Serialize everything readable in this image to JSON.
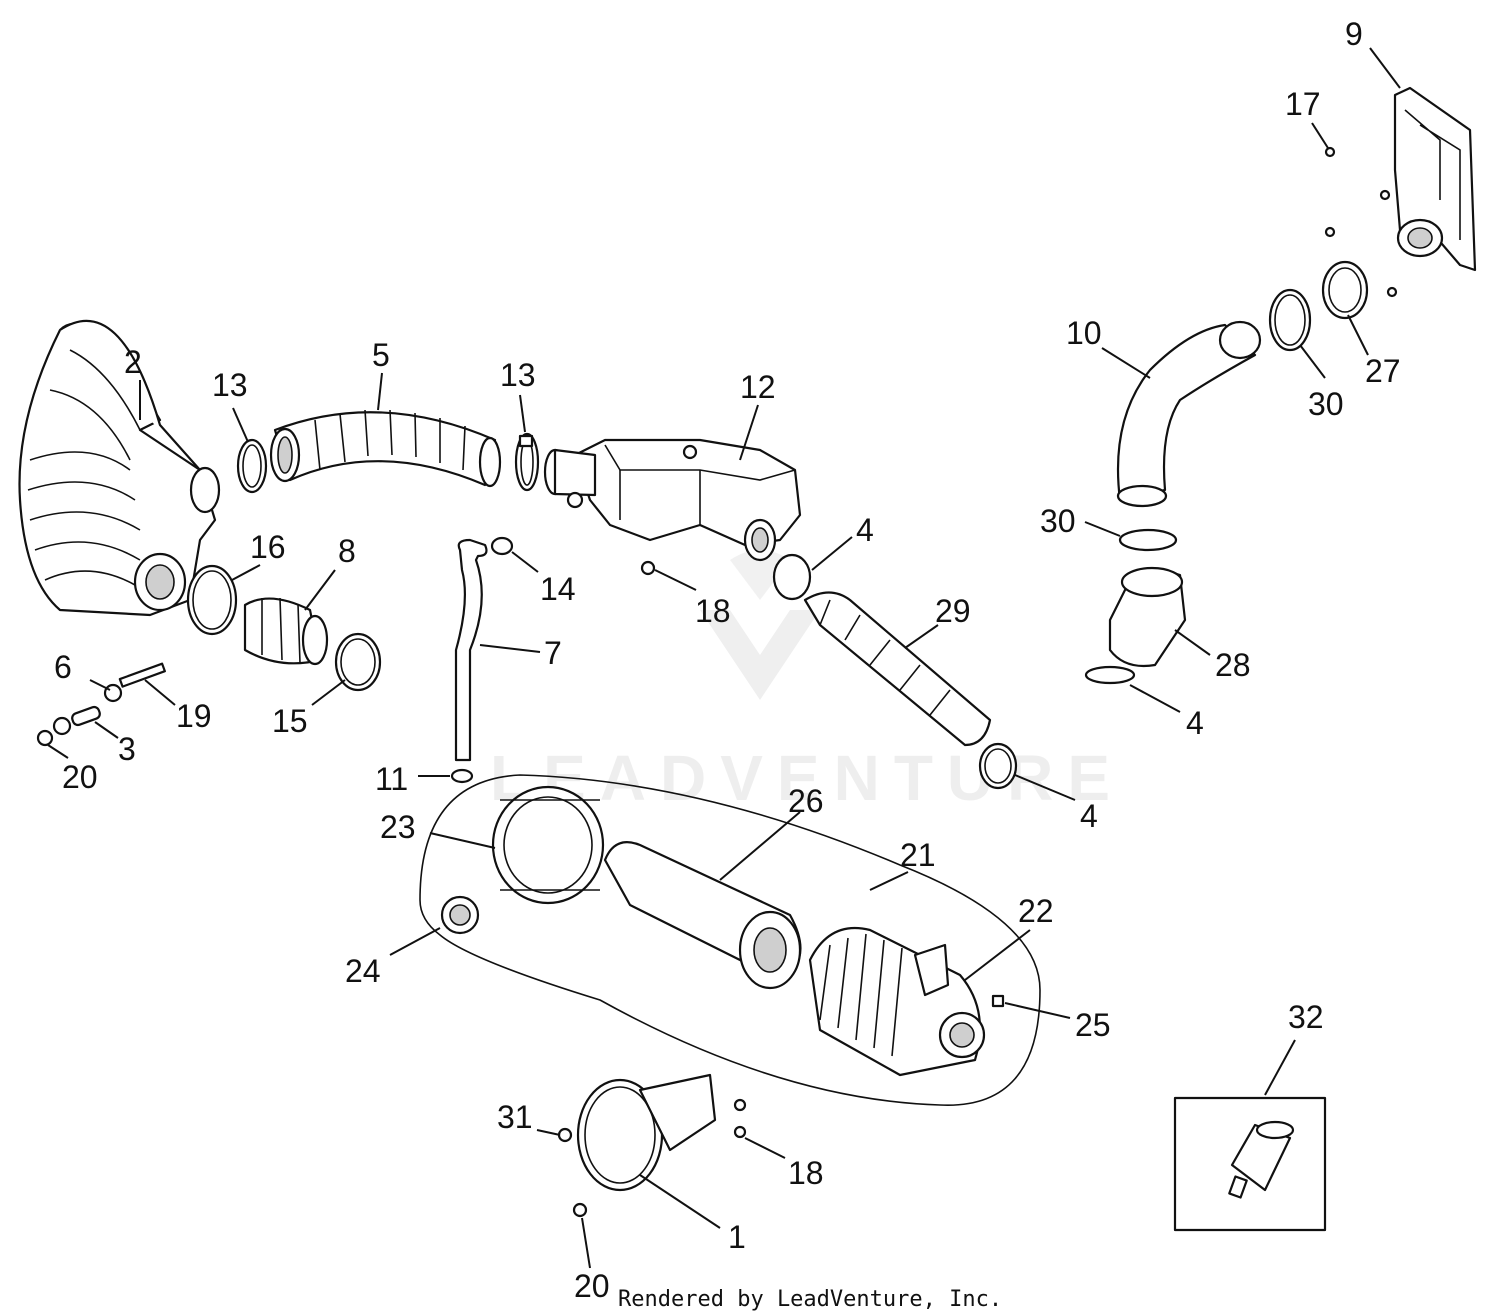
{
  "watermark": "LEADVENTURE",
  "footer": "Rendered by LeadVenture, Inc.",
  "callouts": [
    {
      "id": "c-1",
      "label": "1"
    },
    {
      "id": "c-2",
      "label": "2"
    },
    {
      "id": "c-3",
      "label": "3"
    },
    {
      "id": "c-4a",
      "label": "4"
    },
    {
      "id": "c-4b",
      "label": "4"
    },
    {
      "id": "c-4c",
      "label": "4"
    },
    {
      "id": "c-5",
      "label": "5"
    },
    {
      "id": "c-6",
      "label": "6"
    },
    {
      "id": "c-7",
      "label": "7"
    },
    {
      "id": "c-8",
      "label": "8"
    },
    {
      "id": "c-9",
      "label": "9"
    },
    {
      "id": "c-10",
      "label": "10"
    },
    {
      "id": "c-11",
      "label": "11"
    },
    {
      "id": "c-12",
      "label": "12"
    },
    {
      "id": "c-13a",
      "label": "13"
    },
    {
      "id": "c-13b",
      "label": "13"
    },
    {
      "id": "c-14",
      "label": "14"
    },
    {
      "id": "c-15",
      "label": "15"
    },
    {
      "id": "c-16",
      "label": "16"
    },
    {
      "id": "c-17",
      "label": "17"
    },
    {
      "id": "c-18a",
      "label": "18"
    },
    {
      "id": "c-18b",
      "label": "18"
    },
    {
      "id": "c-19",
      "label": "19"
    },
    {
      "id": "c-20a",
      "label": "20"
    },
    {
      "id": "c-20b",
      "label": "20"
    },
    {
      "id": "c-21",
      "label": "21"
    },
    {
      "id": "c-22",
      "label": "22"
    },
    {
      "id": "c-23",
      "label": "23"
    },
    {
      "id": "c-24",
      "label": "24"
    },
    {
      "id": "c-25",
      "label": "25"
    },
    {
      "id": "c-26",
      "label": "26"
    },
    {
      "id": "c-27",
      "label": "27"
    },
    {
      "id": "c-28",
      "label": "28"
    },
    {
      "id": "c-29",
      "label": "29"
    },
    {
      "id": "c-30a",
      "label": "30"
    },
    {
      "id": "c-30b",
      "label": "30"
    },
    {
      "id": "c-31",
      "label": "31"
    },
    {
      "id": "c-32",
      "label": "32"
    }
  ]
}
